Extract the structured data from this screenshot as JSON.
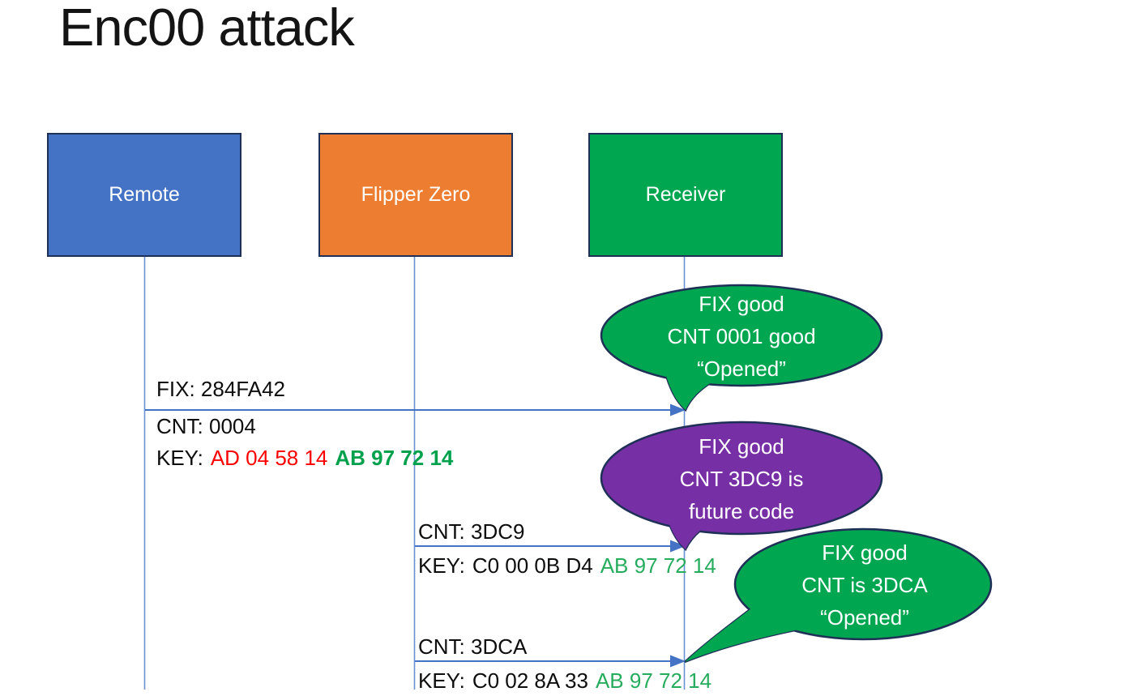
{
  "title": "Enc00 attack",
  "colors": {
    "remote_blue": "#4472C4",
    "flipper_orange": "#ED7D31",
    "receiver_green": "#00A650",
    "bubble_green": "#00A650",
    "bubble_purple": "#772FA5",
    "outline_navy": "#1F3057",
    "arrow_blue": "#4472C4",
    "lifeline_blue": "#6B8FD4",
    "key_red": "#FF0000",
    "key_green_bold": "#00A14D",
    "key_green": "#27AC5E",
    "text_black": "#0D0D0D"
  },
  "actors": [
    {
      "label": "Remote"
    },
    {
      "label": "Flipper Zero"
    },
    {
      "label": "Receiver"
    }
  ],
  "messages": [
    {
      "above": "FIX: 284FA42",
      "cnt": "CNT: 0004",
      "key_label": "KEY:",
      "key_red": "AD 04 58 14",
      "key_green": "AB 97 72 14"
    },
    {
      "above": "CNT: 3DC9",
      "key_label": "KEY:",
      "key_black": "C0 00 0B D4",
      "key_green": "AB 97 72 14"
    },
    {
      "above": "CNT: 3DCA",
      "key_label": "KEY:",
      "key_black": "C0 02 8A 33",
      "key_green": "AB 97 72 14"
    }
  ],
  "bubbles": [
    {
      "lines": [
        "FIX good",
        "CNT 0001 good",
        "“Opened”"
      ]
    },
    {
      "lines": [
        "FIX good",
        "CNT 3DC9 is",
        "future code"
      ]
    },
    {
      "lines": [
        "FIX good",
        "CNT is 3DCA",
        "“Opened”"
      ]
    }
  ]
}
